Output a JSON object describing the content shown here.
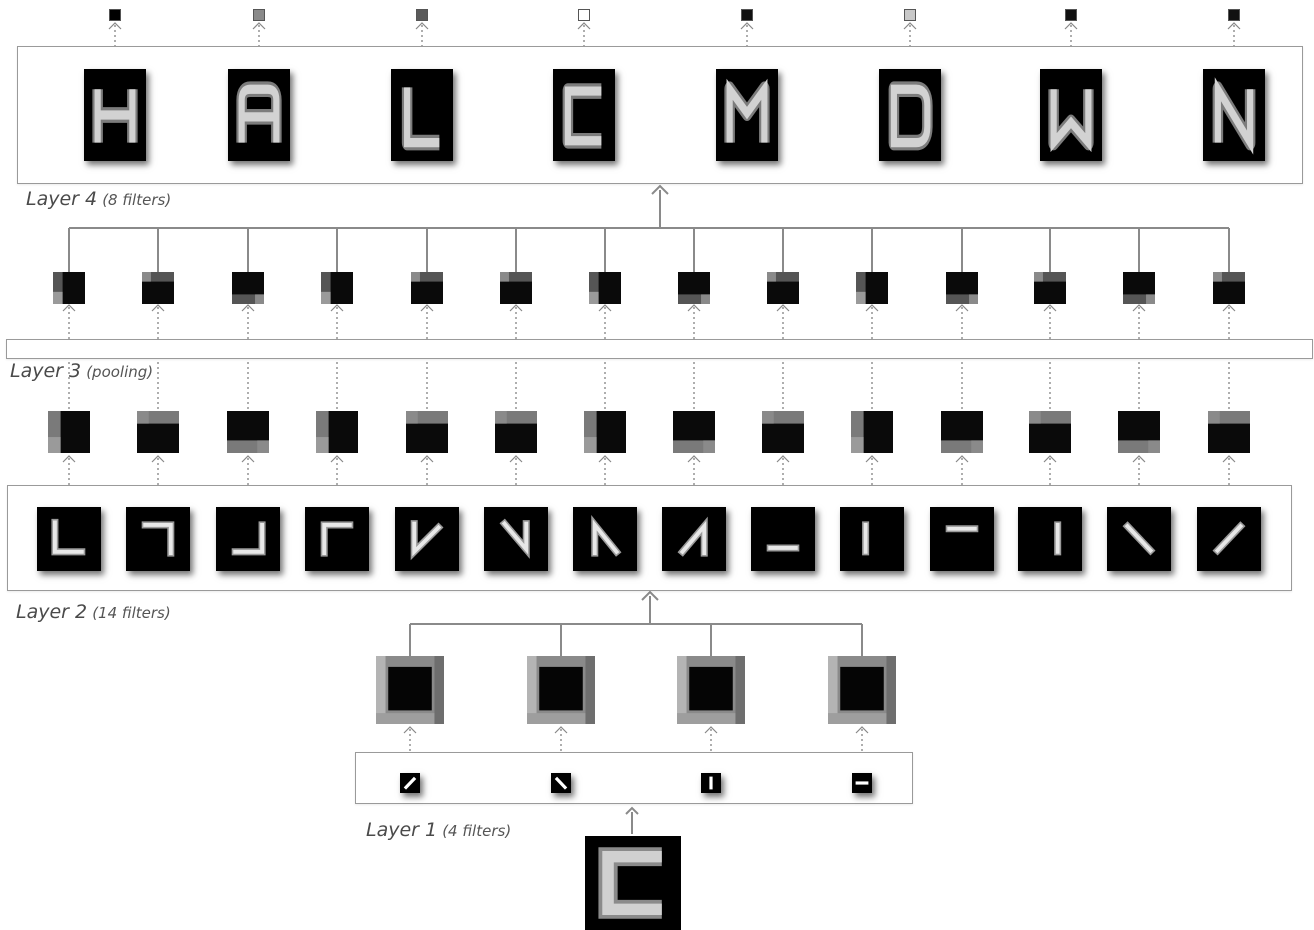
{
  "layers": {
    "layer4": {
      "title": "Layer 4",
      "detail": "(8 filters)"
    },
    "layer3": {
      "title": "Layer 3",
      "detail": "(pooling)"
    },
    "layer2": {
      "title": "Layer 2",
      "detail": "(14 filters)"
    },
    "layer1": {
      "title": "Layer 1",
      "detail": "(4 filters)"
    }
  },
  "input": {
    "letter": "C"
  },
  "layer4_filters": [
    {
      "letter": "H",
      "output_gray": "#000000"
    },
    {
      "letter": "A",
      "output_gray": "#8a8a8a"
    },
    {
      "letter": "L",
      "output_gray": "#5a5a5a"
    },
    {
      "letter": "C",
      "output_gray": "#ffffff"
    },
    {
      "letter": "M",
      "output_gray": "#111111"
    },
    {
      "letter": "D",
      "output_gray": "#c8c8c8"
    },
    {
      "letter": "W",
      "output_gray": "#111111"
    },
    {
      "letter": "N",
      "output_gray": "#111111"
    }
  ],
  "layer2_filters": [
    {
      "shape": "corner-bottom-left"
    },
    {
      "shape": "corner-top-right"
    },
    {
      "shape": "corner-bottom-right"
    },
    {
      "shape": "corner-top-left"
    },
    {
      "shape": "v-left"
    },
    {
      "shape": "n-right"
    },
    {
      "shape": "n-left"
    },
    {
      "shape": "v-right"
    },
    {
      "shape": "bottom-bar"
    },
    {
      "shape": "left-bar"
    },
    {
      "shape": "top-bar"
    },
    {
      "shape": "right-bar"
    },
    {
      "shape": "diag-down"
    },
    {
      "shape": "diag-up"
    }
  ],
  "layer1_filters": [
    {
      "shape": "diag-up"
    },
    {
      "shape": "diag-down"
    },
    {
      "shape": "vertical"
    },
    {
      "shape": "horizontal"
    }
  ],
  "colors": {
    "box_border": "#9a9a9a",
    "connector": "#8a8a8a",
    "dotted": "#9a9a9a",
    "caption": "#4a4a4a"
  }
}
